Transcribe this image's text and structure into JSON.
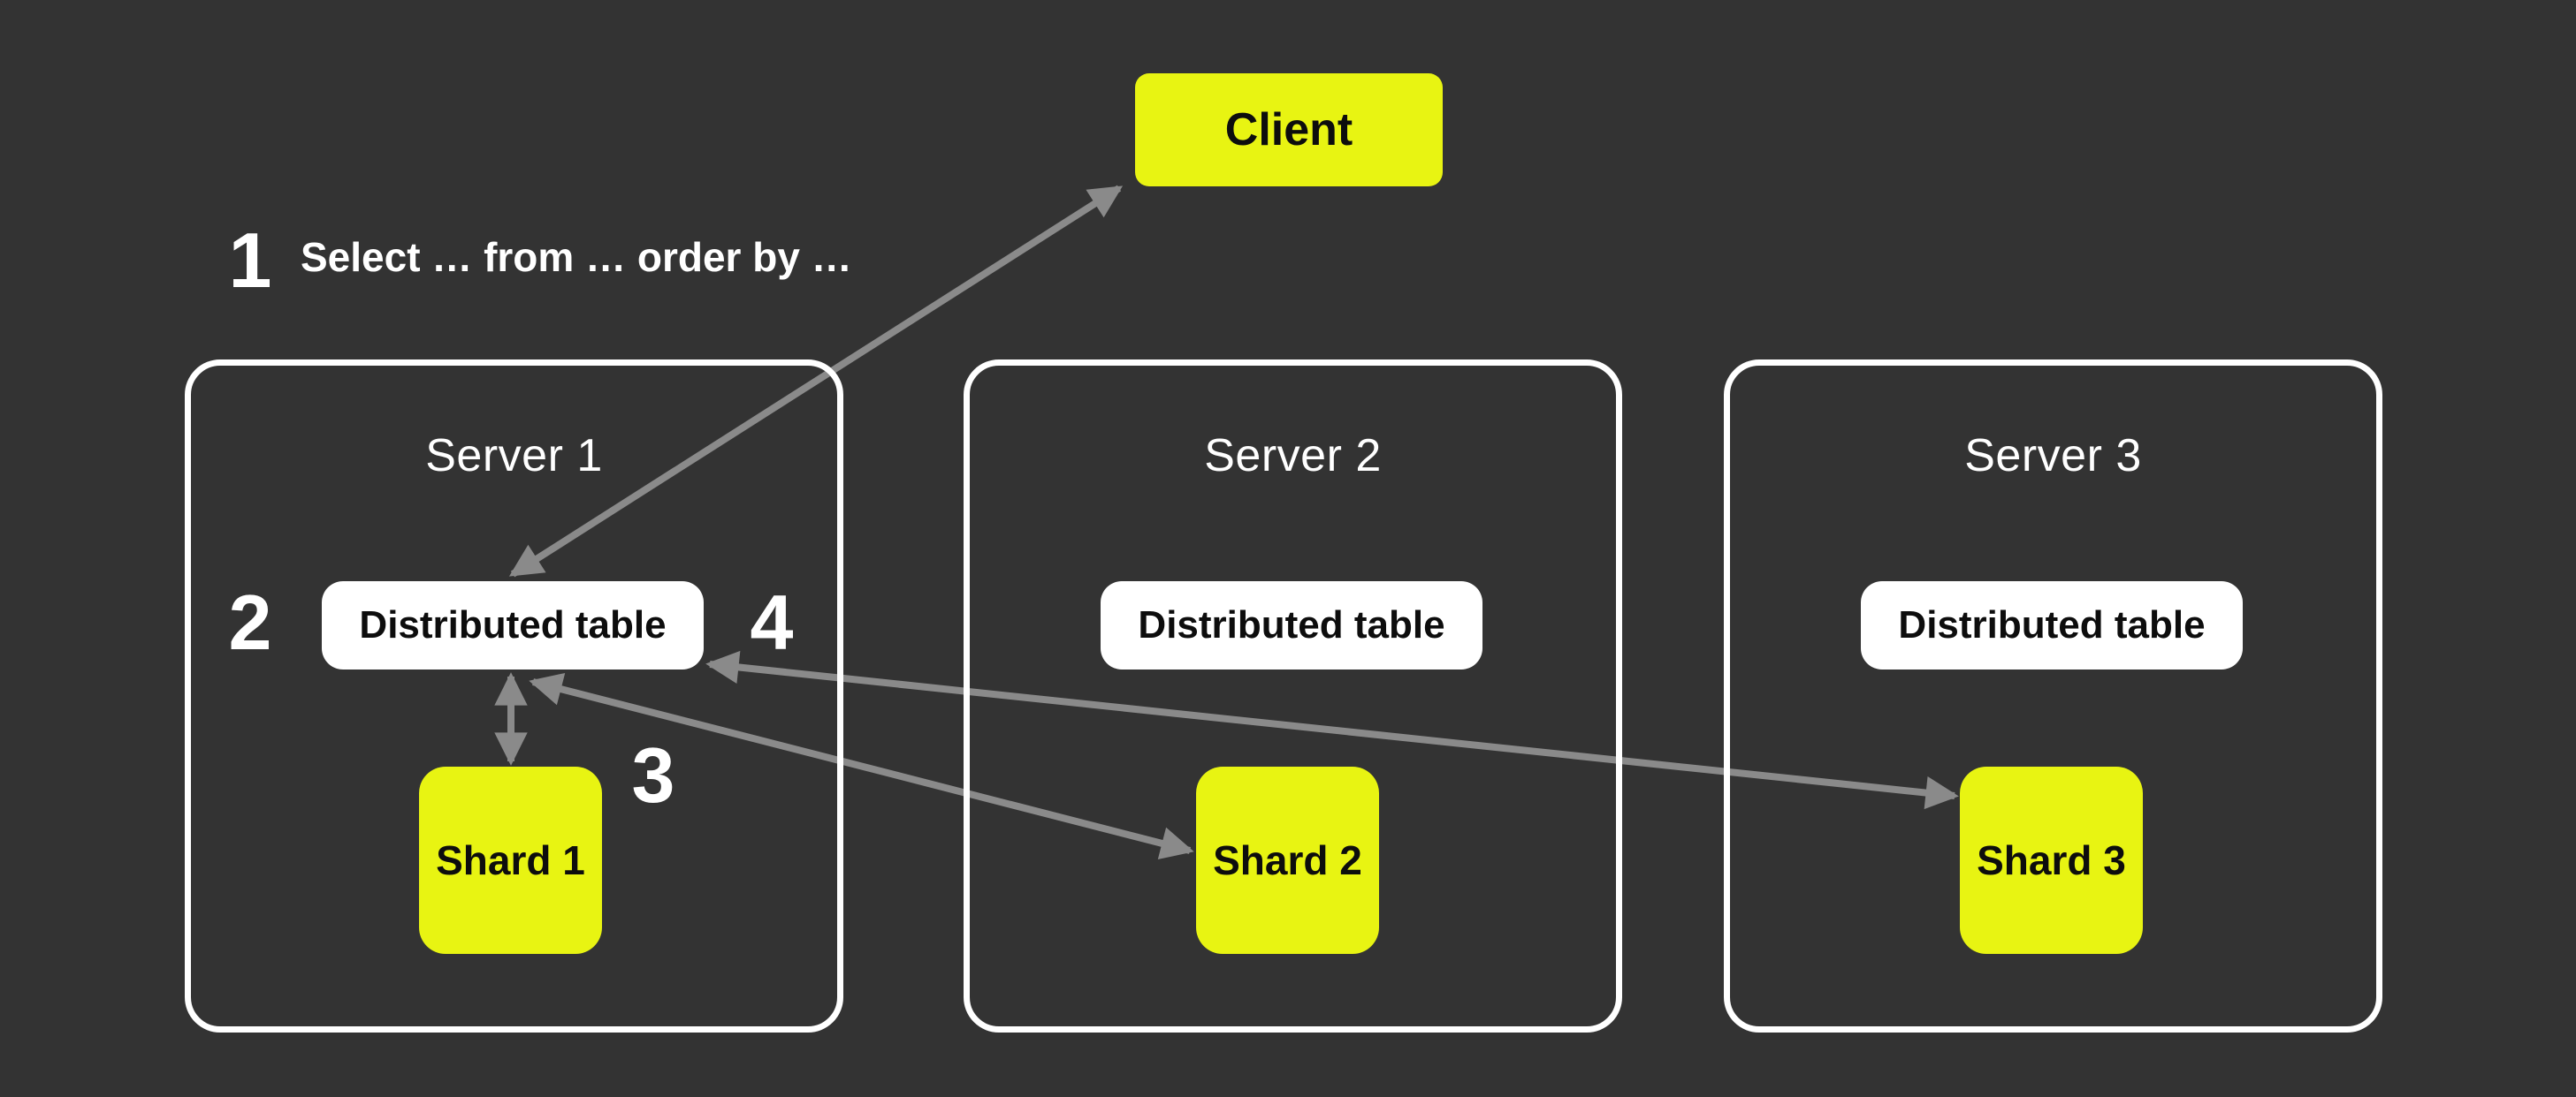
{
  "client": {
    "label": "Client"
  },
  "steps": {
    "one": {
      "number": "1",
      "query_text": "Select … from … order by …"
    },
    "two": {
      "number": "2"
    },
    "three": {
      "number": "3"
    },
    "four": {
      "number": "4"
    }
  },
  "servers": [
    {
      "name": "Server 1",
      "distributed_table": "Distributed table",
      "shard": "Shard 1"
    },
    {
      "name": "Server 2",
      "distributed_table": "Distributed table",
      "shard": "Shard 2"
    },
    {
      "name": "Server 3",
      "distributed_table": "Distributed table",
      "shard": "Shard 3"
    }
  ],
  "arrows": [
    {
      "name": "client-distributed-table-1",
      "from": "Distributed table (Server 1)",
      "to": "Client",
      "bidirectional": true
    },
    {
      "name": "distributed-table-1-shard-1",
      "from": "Distributed table (Server 1)",
      "to": "Shard 1",
      "bidirectional": true
    },
    {
      "name": "distributed-table-1-shard-2",
      "from": "Distributed table (Server 1)",
      "to": "Shard 2",
      "bidirectional": true
    },
    {
      "name": "distributed-table-1-shard-3",
      "from": "Distributed table (Server 1)",
      "to": "Shard 3",
      "bidirectional": true
    }
  ],
  "colors": {
    "background": "#333333",
    "accent_yellow": "#E8F412",
    "box_white": "#FFFFFF",
    "arrow_gray": "#8A8A8A",
    "text_dark": "#0D0D0D",
    "text_light": "#FFFFFF"
  }
}
